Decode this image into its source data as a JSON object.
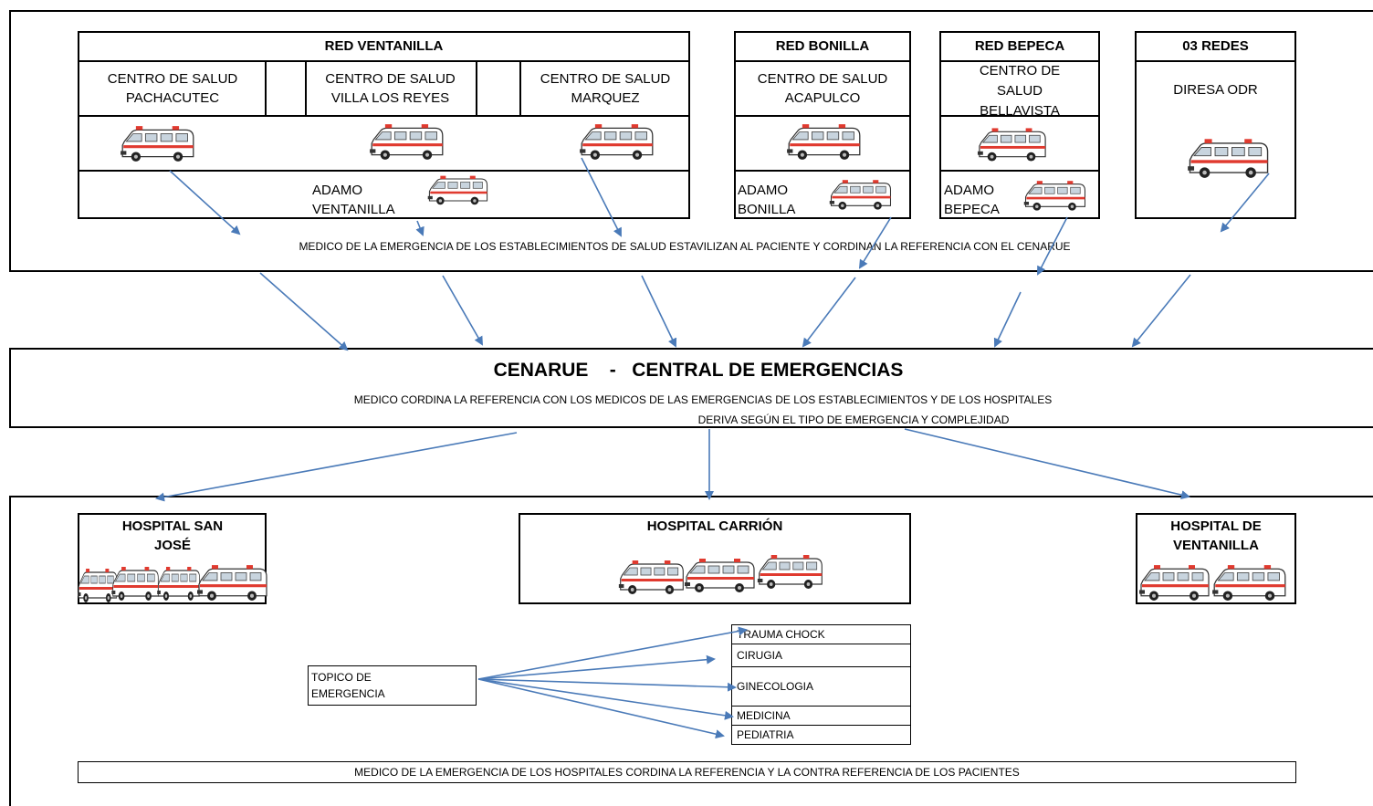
{
  "top_section": {
    "red_ventanilla": {
      "title": "RED VENTANILLA",
      "centers": [
        "CENTRO DE SALUD PACHACUTEC",
        "CENTRO DE SALUD VILLA LOS REYES",
        "CENTRO DE SALUD MARQUEZ"
      ],
      "adamo": "ADAMO VENTANILLA"
    },
    "red_bonilla": {
      "title": "RED BONILLA",
      "center": "CENTRO DE SALUD ACAPULCO",
      "adamo": "ADAMO BONILLA"
    },
    "red_bepeca": {
      "title": "RED BEPECA",
      "center": "CENTRO DE SALUD BELLAVISTA",
      "adamo": "ADAMO BEPECA"
    },
    "tres_redes": {
      "title": "03 REDES",
      "center": "DIRESA ODR"
    },
    "caption": "MEDICO  DE LA EMERGENCIA DE LOS ESTABLECIMIENTOS DE SALUD ESTAVILIZAN AL PACIENTE Y CORDINAN LA REFERENCIA CON EL CENARUE"
  },
  "cenarue": {
    "title": "CENARUE    -   CENTRAL DE EMERGENCIAS",
    "line1": "MEDICO   CORDINA LA REFERENCIA CON LOS MEDICOS DE LAS EMERGENCIAS DE LOS ESTABLECIMIENTOS Y DE LOS HOSPITALES",
    "line2": "DERIVA SEGÚN  EL TIPO DE EMERGENCIA Y COMPLEJIDAD"
  },
  "hospitals_section": {
    "san_jose": "HOSPITAL SAN JOSÉ",
    "carrion": "HOSPITAL CARRIÓN",
    "ventanilla": "HOSPITAL DE VENTANILLA",
    "topico": "TOPICO DE EMERGENCIA",
    "services": [
      "TRAUMA CHOCK",
      "CIRUGIA",
      "GINECOLOGIA",
      "MEDICINA",
      "PEDIATRIA"
    ],
    "footer": "MEDICO DE LA EMERGENCIA DE LOS HOSPITALES CORDINA LA REFERENCIA Y LA CONTRA REFERENCIA DE LOS PACIENTES"
  },
  "colors": {
    "arrow": "#4a7ab8",
    "stripe": "#e03a2f",
    "border": "#000000"
  }
}
